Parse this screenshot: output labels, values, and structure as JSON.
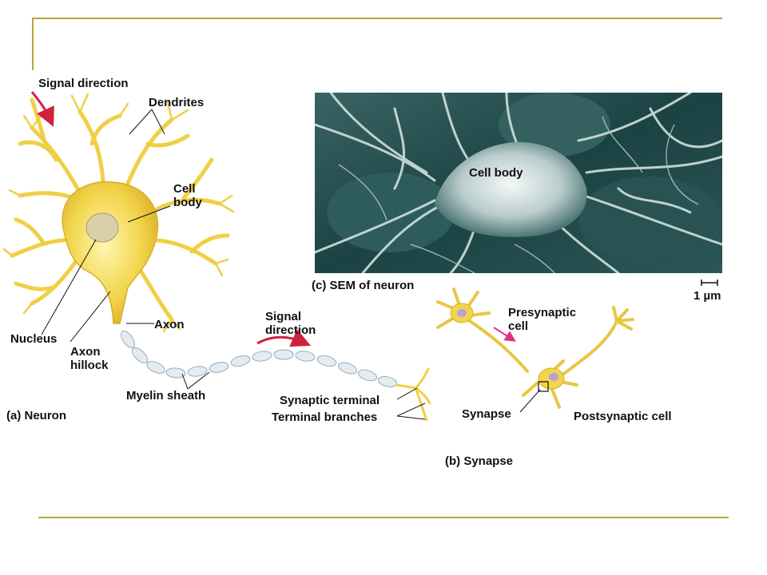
{
  "labels": {
    "signal_direction_top": "Signal direction",
    "dendrites": "Dendrites",
    "cell_body": "Cell body",
    "nucleus": "Nucleus",
    "axon": "Axon",
    "axon_hillock": "Axon hillock",
    "myelin_sheath": "Myelin sheath",
    "signal_direction_axon": "Signal direction",
    "synaptic_terminal": "Synaptic terminal",
    "terminal_branches": "Terminal branches",
    "sem_cell_body": "Cell body",
    "scale_bar": "1 µm",
    "presynaptic_cell": "Presynaptic cell",
    "synapse": "Synapse",
    "postsynaptic_cell": "Postsynaptic cell"
  },
  "captions": {
    "a": "(a) Neuron",
    "b": "(b) Synapse",
    "c": "(c) SEM of neuron"
  },
  "colors": {
    "frame": "#b8a63a",
    "neuron_fill": "#f2d54a",
    "neuron_stroke": "#c9a51c",
    "signal_arrow": "#d02040",
    "presynaptic_arrow": "#e0308a",
    "sem_bg": "#1f4848",
    "myelin": "#dfe8ee"
  }
}
